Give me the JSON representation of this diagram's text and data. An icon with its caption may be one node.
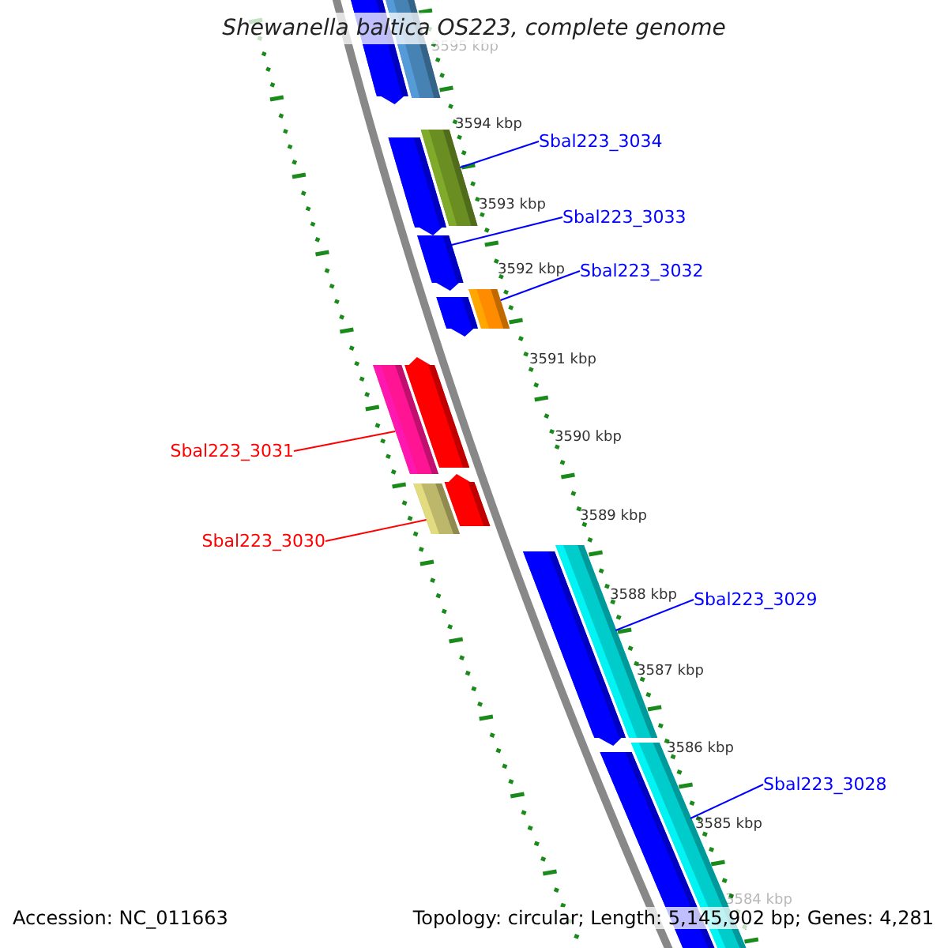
{
  "diagram": {
    "title": "Shewanella baltica OS223, complete genome",
    "nodes": [
      {
        "text": [
          "Sbal223_3034"
        ]
      },
      {
        "text": [
          "Sbal223_3033"
        ]
      },
      {
        "text": [
          "Sbal223_3032"
        ]
      },
      {
        "text": [
          "Sbal223_3031"
        ]
      },
      {
        "text": [
          "Sbal223_3030"
        ]
      },
      {
        "text": [
          "Sbal223_3029"
        ]
      },
      {
        "text": [
          "Sbal223_3028"
        ]
      },
      {
        "text": [],
        "shape": "bar"
      },
      {
        "text": [],
        "shape": "bar"
      },
      {
        "text": [],
        "shape": "bar"
      },
      {
        "text": [],
        "shape": "bar"
      },
      {
        "text": [],
        "shape": "bar"
      },
      {
        "text": [],
        "shape": "bar"
      },
      {
        "text": [],
        "shape": "bar"
      }
    ],
    "edges": [
      {
        "from": 0,
        "to": 7,
        "arrow": "none"
      },
      {
        "from": 1,
        "to": 8,
        "arrow": "none"
      },
      {
        "from": 2,
        "to": 9,
        "arrow": "none"
      },
      {
        "from": 3,
        "to": 10,
        "arrow": "none",
        "color": "#ff0000"
      },
      {
        "from": 4,
        "to": 11,
        "arrow": "none",
        "color": "#ff0000"
      },
      {
        "from": 5,
        "to": 12,
        "arrow": "none"
      },
      {
        "from": 6,
        "to": 13,
        "arrow": "none"
      }
    ],
    "labels": [
      "3595 kbp",
      "3594 kbp",
      "3593 kbp",
      "3592 kbp",
      "3591 kbp",
      "3590 kbp",
      "3589 kbp",
      "3588 kbp",
      "3587 kbp",
      "3586 kbp",
      "3585 kbp",
      "3584 kbp",
      "Accession: NC_011663",
      "Topology: circular; Length: 5,145,902 bp; Genes: 4,281"
    ]
  }
}
